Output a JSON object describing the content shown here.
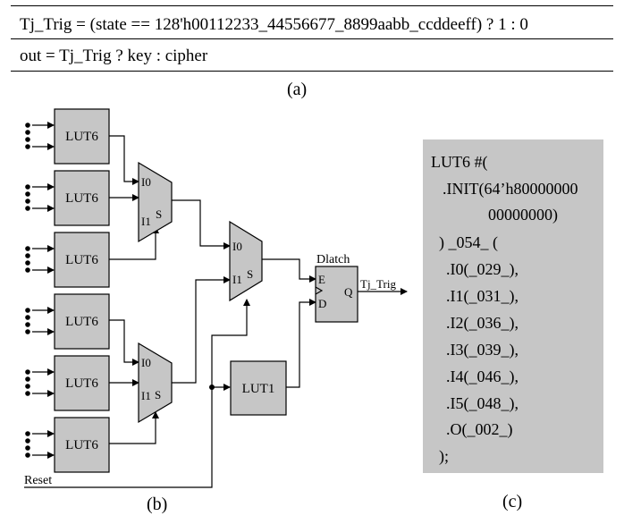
{
  "panel_a": {
    "line1": "Tj_Trig = (state == 128'h00112233_44556677_8899aabb_ccddeeff) ? 1 : 0",
    "line2": "out = Tj_Trig ? key : cipher",
    "caption": "(a)"
  },
  "panel_b": {
    "lut_labels": [
      "LUT6",
      "LUT6",
      "LUT6",
      "LUT6",
      "LUT6",
      "LUT6"
    ],
    "mux_top": {
      "in0": "I0",
      "in1": "I1",
      "sel": "S"
    },
    "mux_mid": {
      "in0": "I0",
      "in1": "I1",
      "sel": "S"
    },
    "mux_bot": {
      "in0": "I0",
      "in1": "I1",
      "sel": "S"
    },
    "lut1": "LUT1",
    "dlatch": {
      "title": "Dlatch",
      "e": "E",
      "d": "D",
      "q": "Q"
    },
    "output_label": "Tj_Trig",
    "reset_label": "Reset",
    "caption": "(b)"
  },
  "panel_c": {
    "lines": [
      "LUT6 #(",
      ".INIT(64’h80000000",
      "00000000)",
      ") _054_ (",
      ".I0(_029_),",
      ".I1(_031_),",
      ".I2(_036_),",
      ".I3(_039_),",
      ".I4(_046_),",
      ".I5(_048_),",
      ".O(_002_)",
      ");"
    ],
    "caption": "(c)"
  }
}
